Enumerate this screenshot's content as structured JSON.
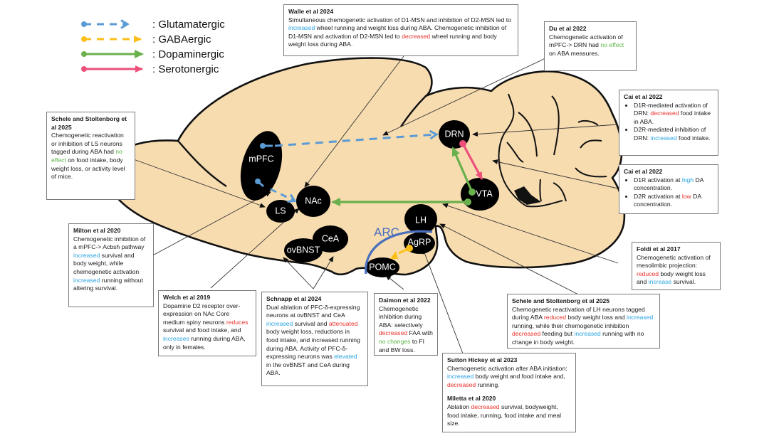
{
  "legend": [
    {
      "label": ": Glutamatergic",
      "color": "#5b9bd5",
      "style": "dashed"
    },
    {
      "label": ": GABAergic",
      "color": "#fbbf18",
      "style": "dashed"
    },
    {
      "label": ": Dopaminergic",
      "color": "#6ab04c",
      "style": "solid"
    },
    {
      "label": ": Serotonergic",
      "color": "#ec4f7a",
      "style": "solid"
    }
  ],
  "regions": {
    "mpfc": "mPFC",
    "ls": "LS",
    "nac": "NAc",
    "drn": "DRN",
    "vta": "VTA",
    "lh": "LH",
    "cea": "CeA",
    "ovbnst": "ovBNST",
    "agrp": "AgRP",
    "pomc": "POMC",
    "arc": "ARC"
  },
  "colors": {
    "brain_fill": "#f7dcb0",
    "outline": "#111111",
    "arc_line": "#4a6fbe",
    "increase": "#29a3e0",
    "decrease": "#e8302b",
    "no_effect": "#5cb648"
  },
  "studies": {
    "walle": {
      "title": "Walle et al 2024",
      "t1": "Simultaneous chemogenetic activation of D1-MSN and inhibition of D2-MSN led to ",
      "h1": "increased",
      "t2": " wheel running and weight loss during ABA. Chemogenetic inhibition of D1-MSN and activation of D2-MSN led to ",
      "h2": "decreased",
      "t3": " wheel running and body weight loss during ABA."
    },
    "du": {
      "title": "Du et al 2022",
      "t1": "Chemogenetic activation of mPFC-> DRN had ",
      "h1": "no effect",
      "t2": " on ABA measures."
    },
    "cai1": {
      "title": "Cai et al 2022",
      "b1a": "D1R-mediated activation of DRN: ",
      "b1h": "decreased",
      "b1b": " food intake in ABA.",
      "b2a": "D2R-mediated inhibition of DRN: ",
      "b2h": "increased",
      "b2b": " food intake."
    },
    "cai2": {
      "title": "Cai et al 2022",
      "b1a": "D1R activation at ",
      "b1h": "high",
      "b1b": " DA concentration.",
      "b2a": "D2R activation at ",
      "b2h": "low",
      "b2b": " DA concentration."
    },
    "schele_ls": {
      "title": "Schele and Stoltenborg et al 2025",
      "t1": "Chemogenetic reactivation or inhibition of LS neurons tagged during ABA had ",
      "h1": "no effect",
      "t2": " on food intake, body weight loss, or activity level of mice."
    },
    "milton": {
      "title": "Milton et al 2020",
      "t1": "Chemogenetic inhibition of a mPFC-> Acbsh pathway ",
      "h1": "increased",
      "t2": " survival and body weight, while chemogenetic activation ",
      "h2": "increased",
      "t3": " running without altering survival."
    },
    "welch": {
      "title": "Welch et al 2019",
      "t1": "Dopamine D2 receptor over-expression on NAc Core medium spiny neurons ",
      "h1": "reduces",
      "t2": " survival and food intake, and ",
      "h2": "increases",
      "t3": " running during ABA, only in females."
    },
    "schnapp": {
      "title": "Schnapp et al 2024",
      "t1": "Dual ablation of PFC-δ-expressing neurons at ovBNST and CeA ",
      "h1": "increased",
      "t2": " survival and ",
      "h2": "attenuated",
      "t3": " body weight loss, reductions in food intake, and increased running during ABA. Activity of PFC-δ-expressing neurons was ",
      "h3": "elevated",
      "t4": " in the ovBNST and CeA during ABA."
    },
    "daimon": {
      "title": "Daimon et al 2022",
      "t1": "Chemogenetic inhibition during ABA: selectively ",
      "h1": "decreased",
      "t2": " FAA with ",
      "h2": "no changes",
      "t3": " to FI and BW loss."
    },
    "schele_lh": {
      "title": "Schele and Stoltenborg et al 2025",
      "t1": " Chemogenetic reactivation of LH neurons tagged during ABA  ",
      "h1": "reduced",
      "t2": " body weight loss and ",
      "h2": "increased",
      "t3": " running, while their chemogenetic inhibition ",
      "h3": "decreased",
      "t4": " feeding but ",
      "h4": "increased",
      "t5": " running with no change in body weight."
    },
    "foldi": {
      "title": "Foldi et al 2017",
      "t1": "Chemogenetic activation of mesolimbic projection: ",
      "h1": "reduced",
      "t2": " body weight loss and ",
      "h2": "increase",
      "t3": " survival."
    },
    "sutton": {
      "title": "Sutton Hickey et al 2023",
      "t1": "Chemogenetic activation after ABA initiation: ",
      "h1": "increased",
      "t2": " body weight and food intake and, ",
      "h2": "decreased",
      "t3": " running."
    },
    "miletta": {
      "title": "Miletta et al 2020",
      "t1": "Ablation ",
      "h1": "decreased",
      "t2": " survival, bodyweight, food intake, running, food intake and meal size."
    }
  }
}
